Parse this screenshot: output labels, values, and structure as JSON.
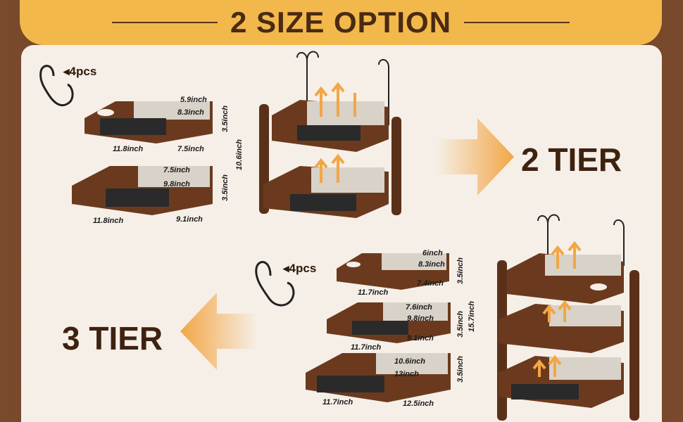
{
  "banner": {
    "title": "2 SIZE OPTION"
  },
  "two_tier": {
    "label": "2 TIER",
    "hooks": "4pcs",
    "top": {
      "w1": "5.9inch",
      "w2": "8.3inch",
      "h": "3.5inch",
      "d1": "11.8inch",
      "d2": "7.5inch"
    },
    "total_h": "10.6inch",
    "bottom": {
      "w1": "7.5inch",
      "w2": "9.8inch",
      "h": "3.5inch",
      "d1": "11.8inch",
      "d2": "9.1inch"
    }
  },
  "three_tier": {
    "label": "3 TIER",
    "hooks": "4pcs",
    "top": {
      "w1": "6inch",
      "w2": "8.3inch",
      "w3": "7.4inch",
      "h": "3.5inch",
      "d": "11.7inch"
    },
    "middle": {
      "w1": "7.6inch",
      "w2": "9.8inch",
      "w3": "9.1inch",
      "h": "3.5inch",
      "d": "11.7inch"
    },
    "total_h": "15.7inch",
    "bottom": {
      "w1": "10.6inch",
      "w2": "13inch",
      "h": "3.5inch",
      "d1": "11.7inch",
      "d2": "12.5inch"
    }
  },
  "colors": {
    "banner": "#f2b84b",
    "panel": "#f6efe7",
    "wood": "#5a3118",
    "arrow": "#f2a646"
  },
  "icons": [
    "s-hook-icon",
    "arrow-right-icon",
    "arrow-left-icon",
    "rack-icon"
  ]
}
